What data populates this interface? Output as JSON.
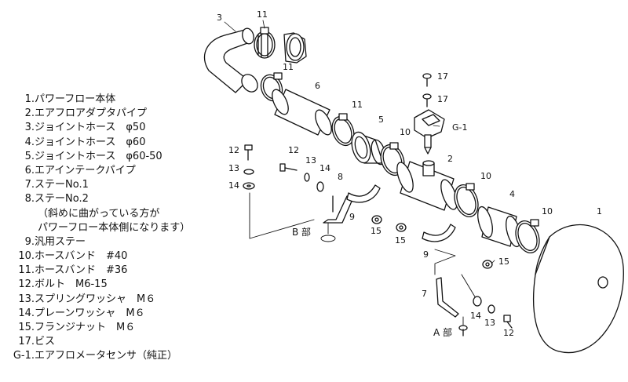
{
  "parts": [
    {
      "num": "1.",
      "name": "パワーフロー本体"
    },
    {
      "num": "2.",
      "name": "エアフロアダプタパイプ"
    },
    {
      "num": "3.",
      "name": "ジョイントホース　φ50"
    },
    {
      "num": "4.",
      "name": "ジョイントホース　φ60"
    },
    {
      "num": "5.",
      "name": "ジョイントホース　φ60-50"
    },
    {
      "num": "6.",
      "name": "エアインテークパイプ"
    },
    {
      "num": "7.",
      "name": "ステーNo.1"
    },
    {
      "num": "8.",
      "name": "ステーNo.2"
    },
    {
      "num": "",
      "name": "（斜めに曲がっている方が"
    },
    {
      "num": "",
      "name": "パワーフロー本体側になります）"
    },
    {
      "num": "9.",
      "name": "汎用ステー"
    },
    {
      "num": "10.",
      "name": "ホースバンド　#40"
    },
    {
      "num": "11.",
      "name": "ホースバンド　#36"
    },
    {
      "num": "12.",
      "name": "ボルト　M6-15"
    },
    {
      "num": "13.",
      "name": "スプリングワッシャ　M６"
    },
    {
      "num": "14.",
      "name": "プレーンワッシャ　M６"
    },
    {
      "num": "15.",
      "name": "フランジナット　M６"
    },
    {
      "num": "17.",
      "name": "ビス"
    },
    {
      "num": "G-1.",
      "name": "エアフロメータセンサ（純正）"
    }
  ],
  "callouts": {
    "c1": "1",
    "c2": "2",
    "c3": "3",
    "c4": "4",
    "c5": "5",
    "c6": "6",
    "c7": "7",
    "c8": "8",
    "c9a": "9",
    "c9b": "9",
    "c10a": "10",
    "c10b": "10",
    "c10c": "10",
    "c11a": "11",
    "c11b": "11",
    "c11c": "11",
    "c12a": "12",
    "c12b": "12",
    "c12c": "12",
    "c13a": "13",
    "c13b": "13",
    "c13c": "13",
    "c14a": "14",
    "c14b": "14",
    "c14c": "14",
    "c15a": "15",
    "c15b": "15",
    "c15c": "15",
    "c17a": "17",
    "c17b": "17",
    "cg1": "G-1"
  },
  "sections": {
    "a": "A 部",
    "b": "B 部"
  }
}
